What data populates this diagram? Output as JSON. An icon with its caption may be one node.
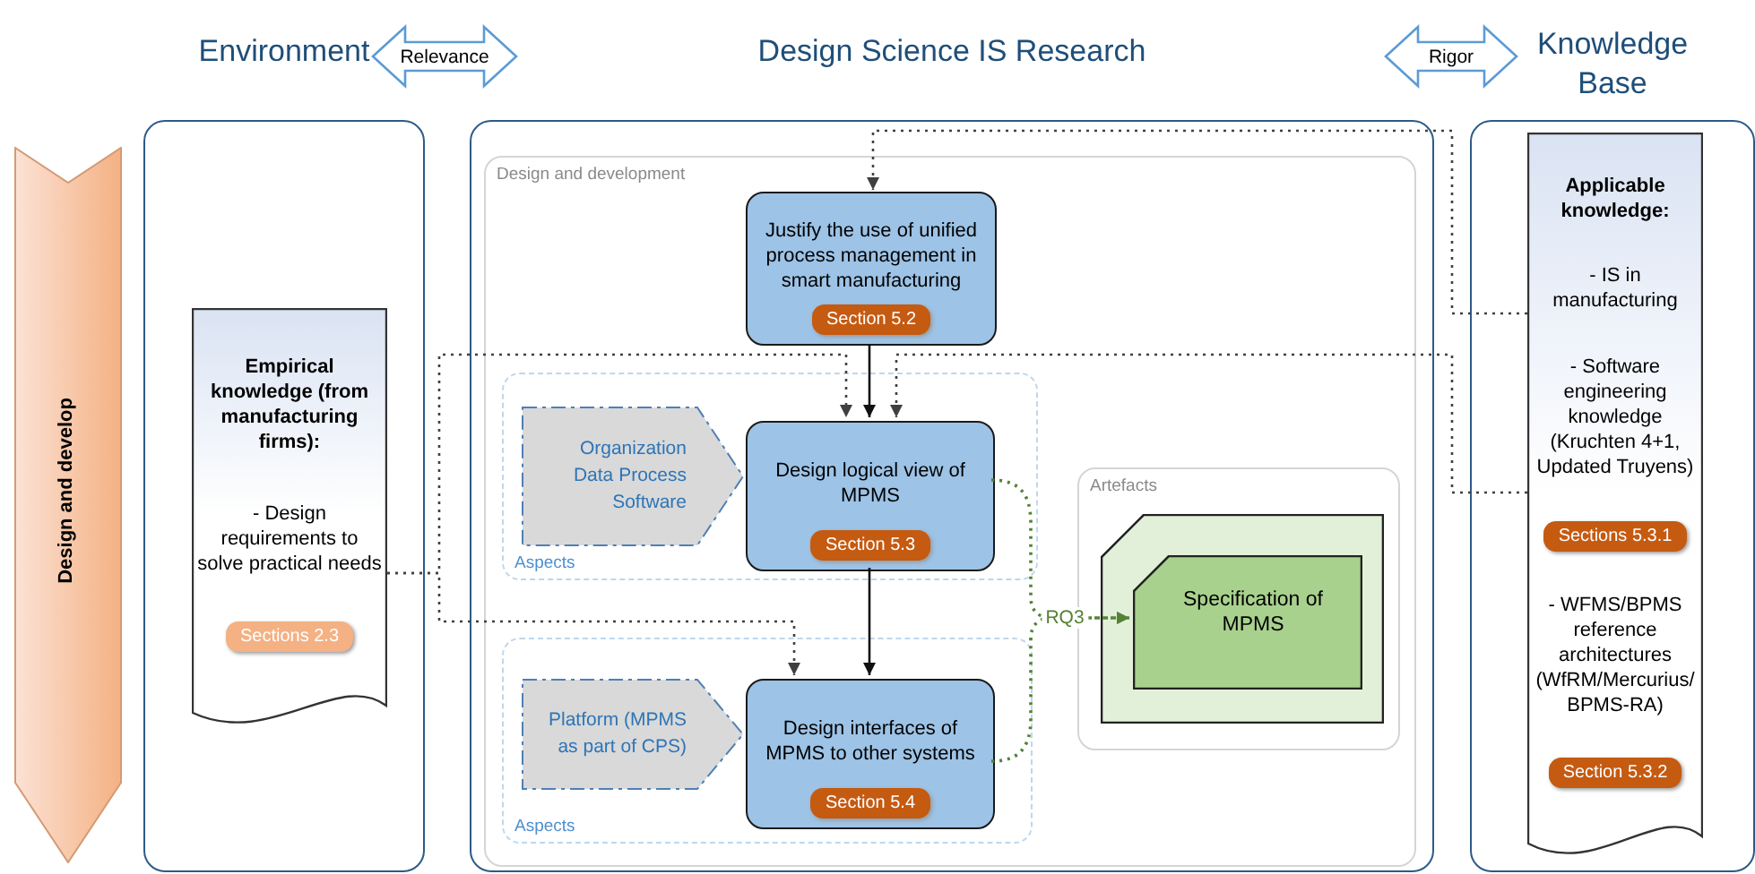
{
  "diagram": {
    "nodes": [
      {
        "text": [
          "Design and develop"
        ]
      },
      {
        "text": [
          "Environment"
        ]
      },
      {
        "text": [
          "Empirical knowledge (from manufacturing firms):",
          "- Design requirements to solve practical needs",
          "Sections 2.3"
        ],
        "in": 1
      },
      {
        "text": [
          "Design Science IS Research"
        ]
      },
      {
        "text": [
          "Design and development"
        ],
        "in": 3
      },
      {
        "text": [
          "Justify the use of unified process management in smart manufacturing",
          "Section 5.2"
        ],
        "in": 4
      },
      {
        "text": [
          "Aspects"
        ],
        "in": 4
      },
      {
        "text": [
          "Organization Data Process Software"
        ],
        "in": 6
      },
      {
        "text": [
          "Design logical view of MPMS",
          "Section 5.3"
        ],
        "in": 6
      },
      {
        "text": [
          "Aspects"
        ],
        "in": 4
      },
      {
        "text": [
          "Platform (MPMS as part of CPS)"
        ],
        "in": 9
      },
      {
        "text": [
          "Design interfaces of MPMS to other systems",
          "Section 5.4"
        ],
        "in": 9
      },
      {
        "text": [
          "Artefacts"
        ],
        "in": 4
      },
      {
        "text": [],
        "shape": "box",
        "in": 12
      },
      {
        "text": [
          "Specification of MPMS"
        ],
        "in": 13
      },
      {
        "text": [
          "Knowledge Base"
        ]
      },
      {
        "text": [
          "Applicable knowledge:",
          "- IS in manufacturing",
          "- Software engineering knowledge (Kruchten 4+1, Updated Truyens)",
          "Sections 5.3.1",
          "- WFMS/BPMS reference architectures (WfRM/Mercurius/ BPMS-RA)",
          "Section 5.3.2"
        ],
        "in": 15
      }
    ],
    "edges": [
      {
        "from": 1,
        "to": 3,
        "arrow": "both",
        "label": "Relevance"
      },
      {
        "from": 3,
        "to": 15,
        "arrow": "both",
        "label": "Rigor"
      },
      {
        "from": 5,
        "to": 8,
        "arrow": "to"
      },
      {
        "from": 8,
        "to": 11,
        "arrow": "to"
      },
      {
        "from": 16,
        "to": 5,
        "arrow": "to",
        "style": "dashed"
      },
      {
        "from": 16,
        "to": 8,
        "arrow": "to",
        "style": "dashed"
      },
      {
        "from": 2,
        "to": 8,
        "arrow": "to",
        "style": "dashed"
      },
      {
        "from": 2,
        "to": 11,
        "arrow": "to",
        "style": "dashed"
      },
      {
        "from": 8,
        "to": 14,
        "arrow": "to",
        "style": "dashed",
        "label": "RQ3",
        "color": "#548235"
      },
      {
        "from": 11,
        "to": 14,
        "arrow": "to",
        "style": "dashed",
        "color": "#548235"
      }
    ]
  }
}
